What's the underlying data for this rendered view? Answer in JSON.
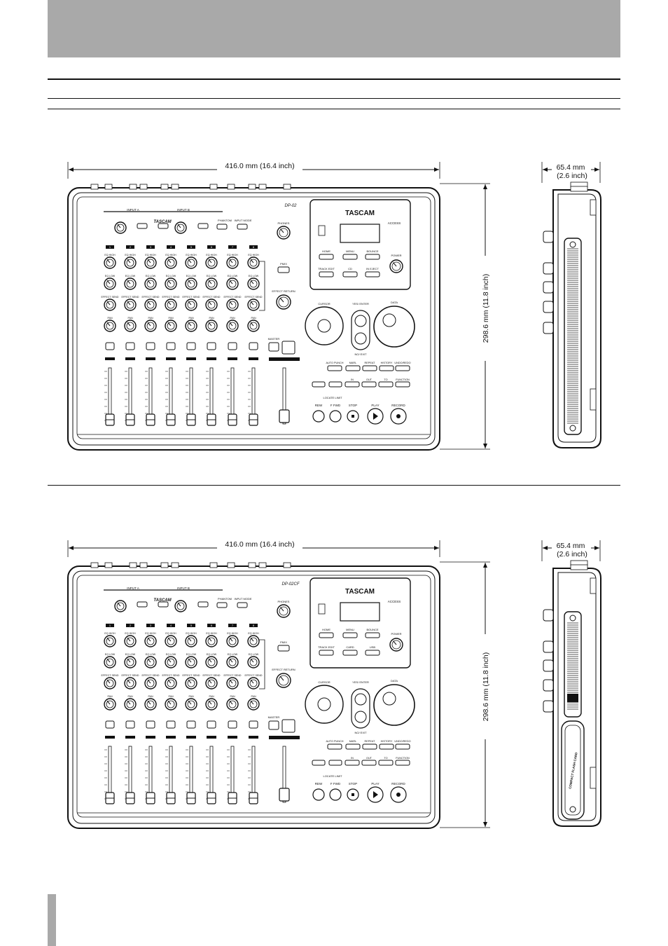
{
  "figures": [
    {
      "width_label": "416.0 mm (16.4 inch)",
      "depth_label_mm": "65.4 mm",
      "depth_label_in": "(2.6 inch)",
      "height_label": "298.6 mm (11.8 inch)",
      "brand": "TASCAM",
      "model": "DP-02",
      "side_panel": "",
      "buttons": {
        "home": "HOME",
        "menu": "MENU",
        "bounce": "BOUNCE",
        "track_edit": "TRACK EDIT",
        "cd": "CD",
        "in_eject": "IN EJECT",
        "access": "ACCESS",
        "power": "POWER",
        "cursor": "CURSOR",
        "yes_enter": "YES/ ENTER",
        "no_exit": "NO/ EXIT",
        "data": "DATA",
        "auto_punch": "AUTO PUNCH",
        "marl": "MARL",
        "repeat": "REPEAT",
        "history": "HISTORY",
        "undo_redo": "UNDO/REDO",
        "in": "IN",
        "out": "OUT",
        "to": "TO",
        "function": "FUNCTION",
        "rew": "REW",
        "f_fwd": "F FWD",
        "stop": "STOP",
        "play": "PLAY",
        "record": "RECORD",
        "master": "MASTER",
        "phones": "PHONES",
        "pmix": "PMIX",
        "input_a": "INPUT A",
        "input_b": "INPUT B",
        "phantom": "PHANTOM",
        "input_mode": "INPUT MODE",
        "effect_return": "EFFECT RETURN",
        "locate_limit": "LOCATE LIMIT"
      },
      "channel_numbers": [
        "1",
        "2",
        "3",
        "4",
        "5",
        "6",
        "7",
        "8"
      ],
      "row_labels": [
        "EQ HIGH",
        "EQ LOW",
        "EFFECT SEND",
        "PAN"
      ]
    },
    {
      "width_label": "416.0 mm (16.4 inch)",
      "depth_label_mm": "65.4 mm",
      "depth_label_in": "(2.6 inch)",
      "height_label": "298.6 mm (11.8 inch)",
      "brand": "TASCAM",
      "model": "DP-02CF",
      "side_panel": "COMPACT FLASH CARD",
      "buttons": {
        "home": "HOME",
        "menu": "MENU",
        "bounce": "BOUNCE",
        "track_edit": "TRACK EDIT",
        "cd": "CARD",
        "in_eject": "USB",
        "access": "ACCESS",
        "power": "POWER",
        "cursor": "CURSOR",
        "yes_enter": "YES/ ENTER",
        "no_exit": "NO/ EXIT",
        "data": "DATA",
        "auto_punch": "AUTO PUNCH",
        "marl": "MARL",
        "repeat": "REPEAT",
        "history": "HISTORY",
        "undo_redo": "UNDO/REDO",
        "in": "IN",
        "out": "OUT",
        "to": "TO",
        "function": "FUNCTION",
        "rew": "REW",
        "f_fwd": "F FWD",
        "stop": "STOP",
        "play": "PLAY",
        "record": "RECORD",
        "master": "MASTER",
        "phones": "PHONES",
        "pmix": "PMIX",
        "input_a": "INPUT A",
        "input_b": "INPUT B",
        "phantom": "PHANTOM",
        "input_mode": "INPUT MODE",
        "effect_return": "EFFECT RETURN",
        "locate_limit": "LOCATE LIMIT"
      },
      "channel_numbers": [
        "1",
        "2",
        "3",
        "4",
        "5",
        "6",
        "7",
        "8"
      ],
      "row_labels": [
        "EQ HIGH",
        "EQ LOW",
        "EFFECT SEND",
        "PAN"
      ]
    }
  ]
}
